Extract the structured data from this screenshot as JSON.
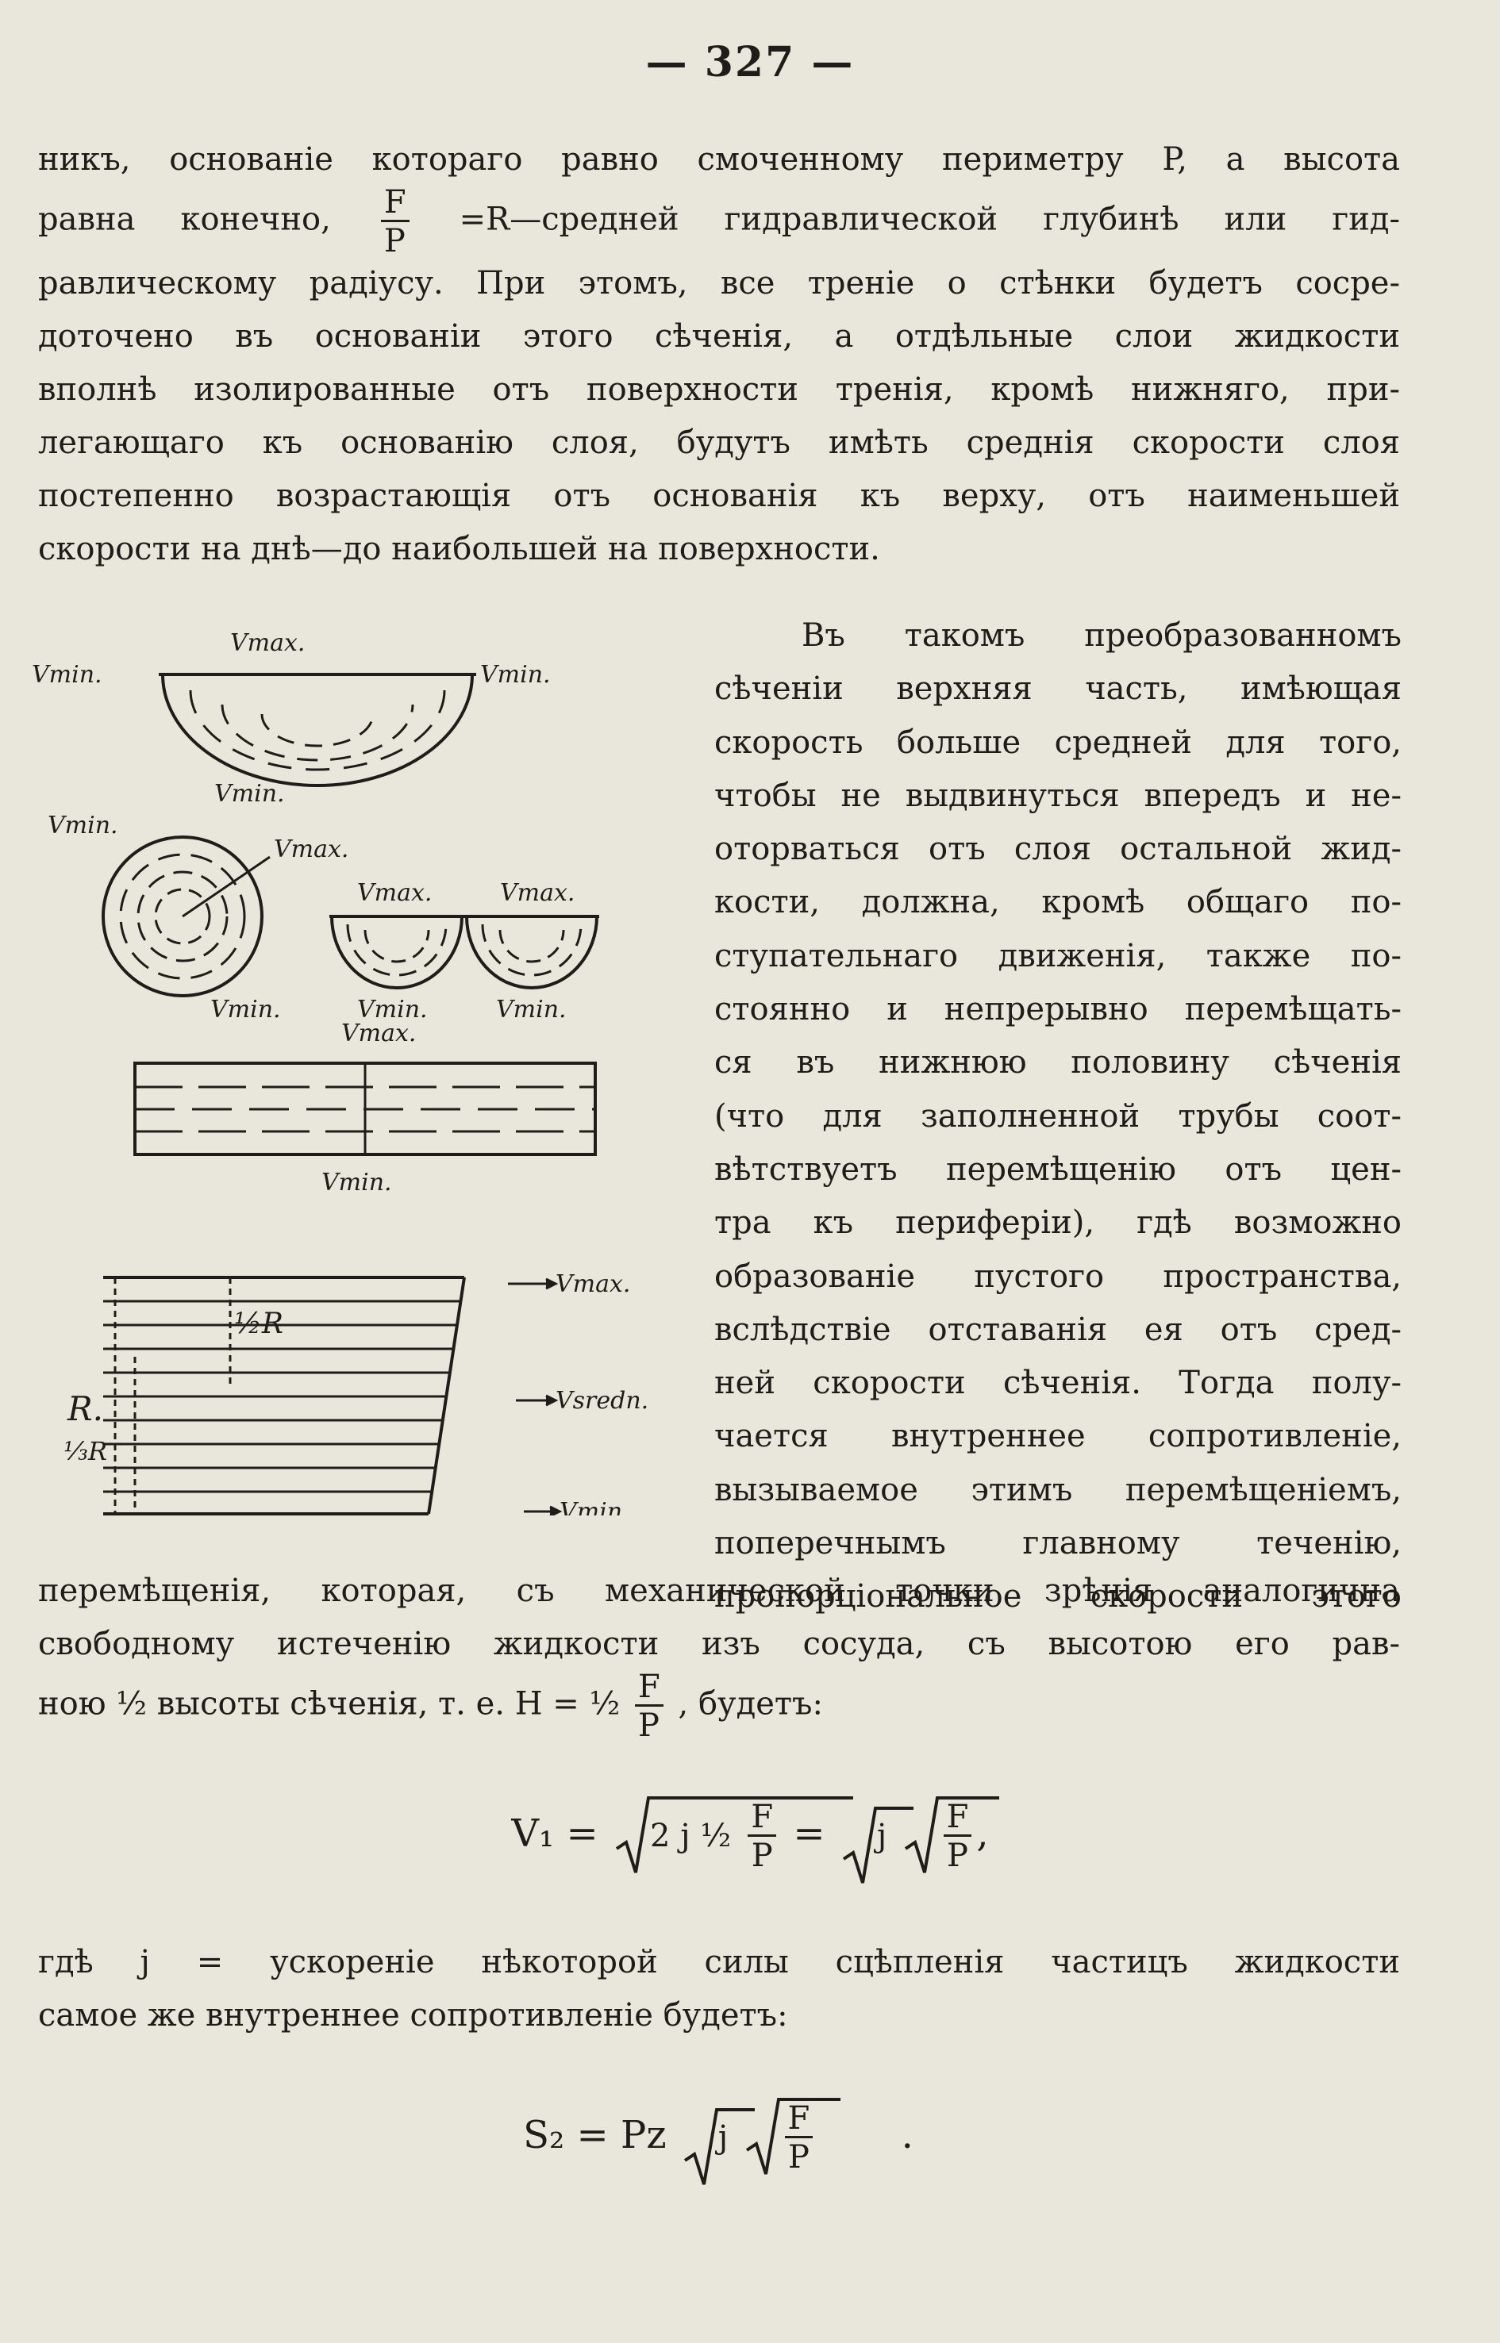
{
  "page_number": "— 327 —",
  "top_lines": [
    "никъ, основаніе котораго равно  смоченному  периметру P, а высота",
    "равна конечно,",
    "=R—средней гидравлической глубинѣ или гид-",
    "равлическому радіусу. При этомъ, все треніе о стѣнки будетъ сосре-",
    "доточено въ основаніи  этого  сѣченія,  а отдѣльные слои жидкости",
    "вполнѣ изолированные отъ поверхности тренія, кромѣ нижняго, при-",
    "легающаго къ основанію слоя, будутъ имѣть среднія скорости слоя",
    "постепенно возрастающія отъ основанія  къ верху,  отъ  наименьшей",
    "скорости на днѣ—до наибольшей на поверхности."
  ],
  "fraction_FP": {
    "num": "F",
    "den": "P"
  },
  "right_lines": [
    "Въ такомъ преобразованномъ",
    "сѣченіи  верхняя  часть,  имѣющая",
    "скорость больше средней для того,",
    "чтобы не выдвинуться впередъ и не-",
    "оторваться отъ слоя остальной жид-",
    "кости,  должна,  кромѣ  общаго  по-",
    "ступательнаго движенія, также по-",
    "стоянно и непрерывно перемѣщать-",
    "ся  въ  нижнюю  половину  сѣченія",
    "(что для заполненной трубы соот-",
    "вѣтствуетъ перемѣщенію отъ цен-",
    "тра къ  периферіи), гдѣ  возможно",
    "образованіе пустого пространства,",
    "вслѣдствіе отставанія ея отъ сред-",
    "ней скорости сѣченія. Тогда полу-",
    "чается  внутреннее  сопротивленіе,",
    "вызываемое этимъ перемѣщеніемъ,",
    "поперечнымъ    главному   теченію,",
    "пропорціональное  скорости этого"
  ],
  "bottom_lines": [
    "перемѣщенія, которая, съ механической точки зрѣнія аналогична",
    "свободному истеченію жидкости изъ сосуда, съ высотою его рав-",
    "ною ½ высоты сѣченія, т. е. H = ½",
    ", будетъ:"
  ],
  "formula1": {
    "lhs": "V₁ =",
    "radicand": "2 j ½",
    "eq": "=",
    "j": "j",
    "tail": ","
  },
  "mid_lines": [
    "гдѣ j = ускореніе  нѣкоторой силы  сцѣпленія   частицъ жидкости",
    "самое же внутреннее сопротивленіе будетъ:"
  ],
  "formula2": {
    "lhs": "S₂ = Pz",
    "j": "j",
    "tail": "."
  },
  "figure_labels": {
    "vmax": "Vmax.",
    "vmin": "Vmin.",
    "vsred": "Vsredn.",
    "R": "R.",
    "half_R": "½R",
    "third_R": "⅓R"
  },
  "colors": {
    "paper": "#e9e6dc",
    "ink": "#1f1d1a"
  }
}
